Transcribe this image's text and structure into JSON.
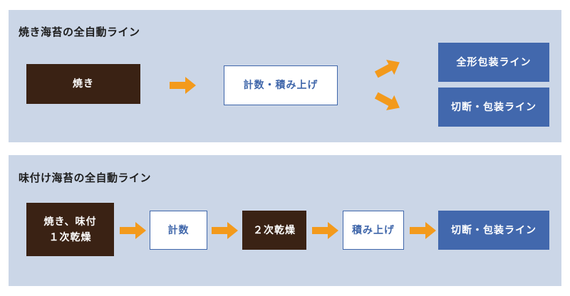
{
  "line1": {
    "title": "焼き海苔の全自動ライン",
    "steps": [
      {
        "lines": [
          "焼き"
        ],
        "style": "dark"
      },
      {
        "lines": [
          "計数・積み上げ"
        ],
        "style": "outline"
      }
    ],
    "branches": [
      {
        "lines": [
          "全形包装ライン"
        ],
        "style": "blue"
      },
      {
        "lines": [
          "切断・包装ライン"
        ],
        "style": "blue"
      }
    ]
  },
  "line2": {
    "title": "味付け海苔の全自動ライン",
    "steps": [
      {
        "lines": [
          "焼き、味付",
          "１次乾燥"
        ],
        "style": "dark"
      },
      {
        "lines": [
          "計数"
        ],
        "style": "outline"
      },
      {
        "lines": [
          "２次乾燥"
        ],
        "style": "dark"
      },
      {
        "lines": [
          "積み上げ"
        ],
        "style": "outline"
      },
      {
        "lines": [
          "切断・包装ライン"
        ],
        "style": "blue"
      }
    ]
  },
  "colors": {
    "panel": "#cbd6e7",
    "dark_box": "#3a2214",
    "blue_box": "#4268ad",
    "outline_border": "#3f66aa",
    "arrow": "#f39a1c"
  }
}
